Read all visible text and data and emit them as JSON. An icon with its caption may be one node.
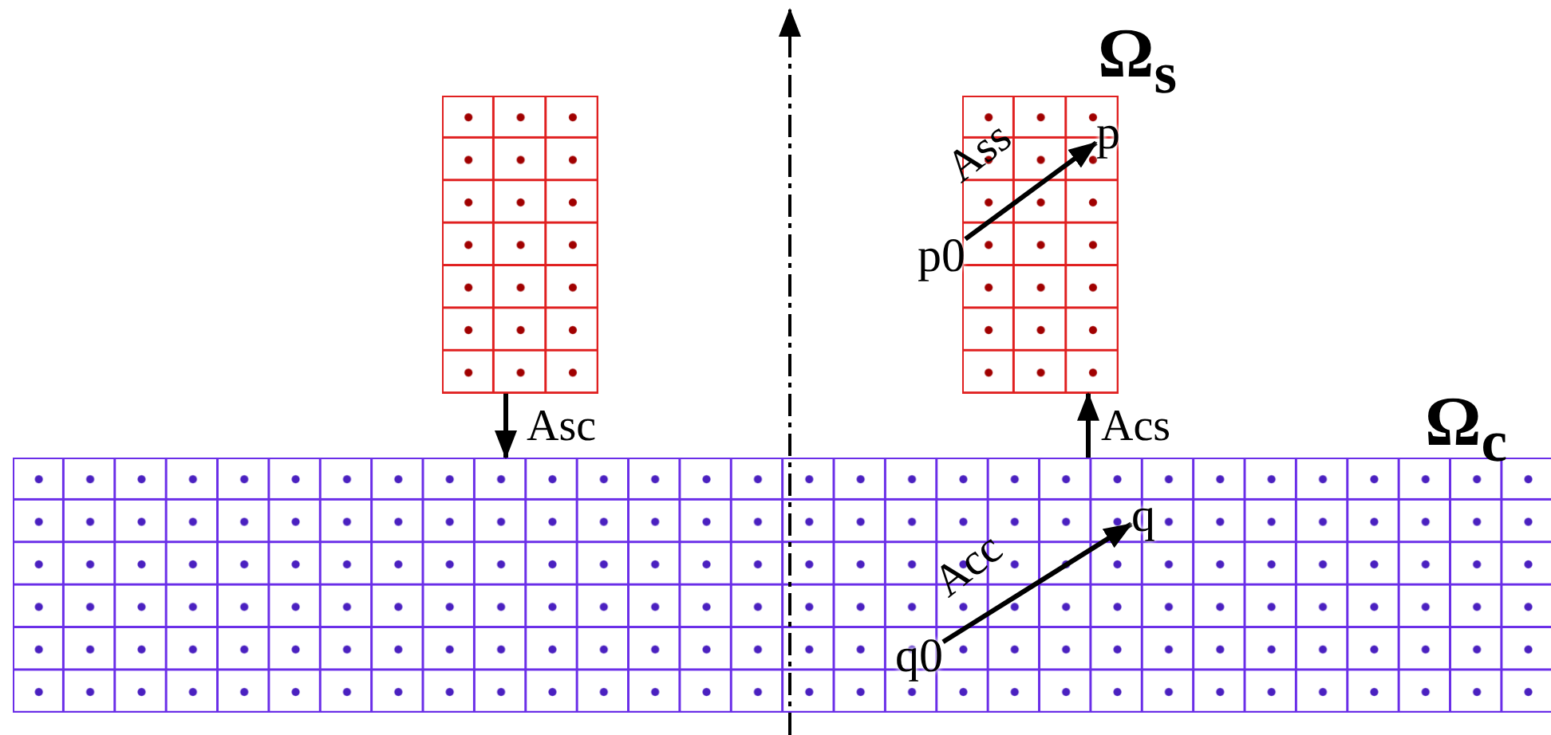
{
  "diagram": {
    "nodes": [
      {
        "text": [],
        "shape": "box"
      },
      {
        "text": [],
        "shape": "box"
      },
      {
        "text": [],
        "shape": "box"
      },
      {
        "text": [
          "p0"
        ]
      },
      {
        "text": [
          "p"
        ],
        "in": 1
      },
      {
        "text": [
          "q0"
        ],
        "in": 2
      },
      {
        "text": [
          "q"
        ],
        "in": 2
      }
    ],
    "edges": [
      {
        "from": 3,
        "to": 4,
        "arrow": "to",
        "label": "Ass"
      },
      {
        "from": 0,
        "to": 2,
        "arrow": "to",
        "label": "Asc"
      },
      {
        "from": 2,
        "to": 1,
        "arrow": "to",
        "label": "Acs"
      },
      {
        "from": 5,
        "to": 6,
        "arrow": "to",
        "label": "Acc"
      }
    ],
    "labels": [
      "Ω$_{s}$",
      "Ω$_{c}$"
    ]
  }
}
